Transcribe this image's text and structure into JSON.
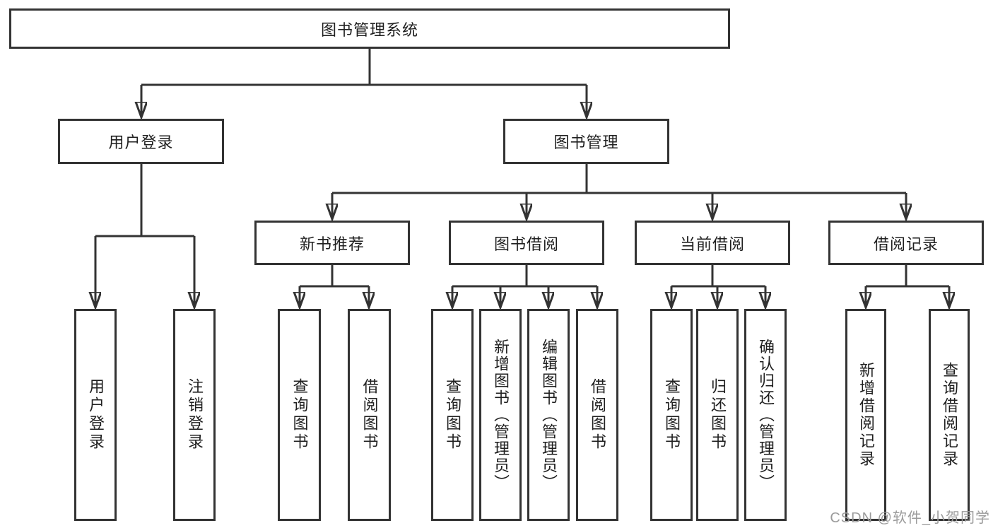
{
  "diagram": {
    "root": {
      "label": "图书管理系统",
      "children": [
        {
          "label": "用户登录",
          "children": [
            {
              "label": "用户登录"
            },
            {
              "label": "注销登录"
            }
          ]
        },
        {
          "label": "图书管理",
          "children": [
            {
              "label": "新书推荐",
              "children": [
                {
                  "label": "查询图书"
                },
                {
                  "label": "借阅图书"
                }
              ]
            },
            {
              "label": "图书借阅",
              "children": [
                {
                  "label": "查询图书"
                },
                {
                  "label": "新增图书（管理员）"
                },
                {
                  "label": "编辑图书（管理员）"
                },
                {
                  "label": "借阅图书"
                }
              ]
            },
            {
              "label": "当前借阅",
              "children": [
                {
                  "label": "查询图书"
                },
                {
                  "label": "归还图书"
                },
                {
                  "label": "确认归还（管理员）"
                }
              ]
            },
            {
              "label": "借阅记录",
              "children": [
                {
                  "label": "新增借阅记录"
                },
                {
                  "label": "查询借阅记录"
                }
              ]
            }
          ]
        }
      ]
    },
    "colors": {
      "line": "#333333",
      "box_border": "#333333",
      "text": "#1f1f1f",
      "watermark": "#9b9b9b",
      "background": "#ffffff"
    }
  },
  "watermark": {
    "text": "CSDN @软件_小贺同学"
  }
}
